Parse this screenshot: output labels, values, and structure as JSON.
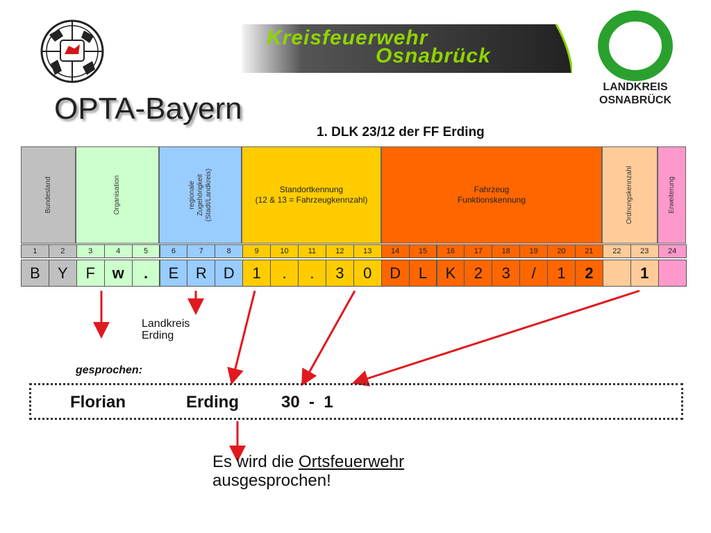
{
  "logos": {
    "banner_line1": "Kreisfeuerwehr",
    "banner_line2": "Osnabrück",
    "landkreis_line1": "LANDKREIS",
    "landkreis_line2": "OSNABRÜCK"
  },
  "title": "OPTA-Bayern",
  "subtitle": "1. DLK 23/12 der FF Erding",
  "headers": {
    "bundesland": "Bundesland",
    "organisation": "Organisation",
    "regional_line1": "regionale",
    "regional_line2": "Zugehörigkeit",
    "regional_line3": "(Stadt/Landkreis)",
    "standort_line1": "Standortkennung",
    "standort_line2": "(12 & 13 = Fahrzeugkennzahl)",
    "fahrzeug_line1": "Fahrzeug",
    "fahrzeug_line2": "Funktionskennung",
    "ordnung": "Ordnungskennzahl",
    "erweiterung": "Erweiterung"
  },
  "positions": [
    "1",
    "2",
    "3",
    "4",
    "5",
    "6",
    "7",
    "8",
    "9",
    "10",
    "11",
    "12",
    "13",
    "14",
    "15",
    "16",
    "17",
    "18",
    "19",
    "20",
    "21",
    "22",
    "23",
    "24"
  ],
  "code": [
    "B",
    "Y",
    "F",
    "w",
    ".",
    "E",
    "R",
    "D",
    "1",
    ".",
    ".",
    "3",
    "0",
    "D",
    "L",
    "K",
    "2",
    "3",
    "/",
    "1",
    "2",
    "",
    "1",
    ""
  ],
  "annotations": {
    "landkreis_line1": "Landkreis",
    "landkreis_line2": "Erding",
    "gesprochen": "gesprochen:"
  },
  "spoken": {
    "word1": "Florian",
    "word2": "Erding",
    "word3": "30  -  1"
  },
  "bottom": {
    "prefix": "Es wird die ",
    "underlined": "Ortsfeuerwehr",
    "line2": "ausgesprochen!"
  },
  "colors": {
    "bundesland": "#c0c0c0",
    "organisation": "#ccffcc",
    "regional": "#99ccff",
    "standort": "#ffcc00",
    "fahrzeug": "#ff6600",
    "ordnung": "#ffcc99",
    "erweiterung": "#ff99cc",
    "arrow": "#e0191f",
    "banner": "#8fd400",
    "landkreis_ring": "#2aa12e"
  }
}
